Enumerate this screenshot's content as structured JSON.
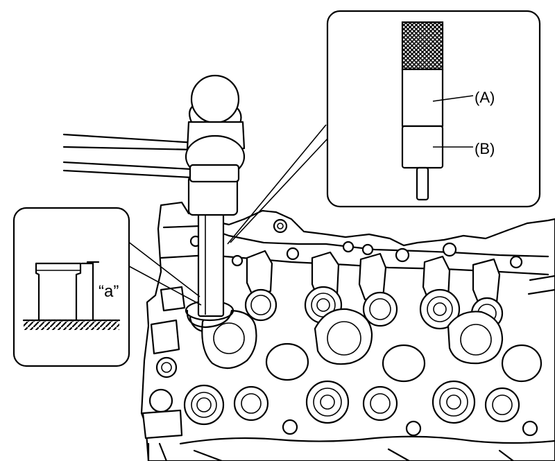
{
  "labels": {
    "part_a": "(A)",
    "part_b": "(B)",
    "height_a": "“a”"
  },
  "colors": {
    "ink": "#000000",
    "paper": "#ffffff"
  },
  "icons": {
    "hammer": "hammer-icon",
    "installer_tool": "installer-tool-icon",
    "seal": "valve-stem-seal-icon"
  }
}
